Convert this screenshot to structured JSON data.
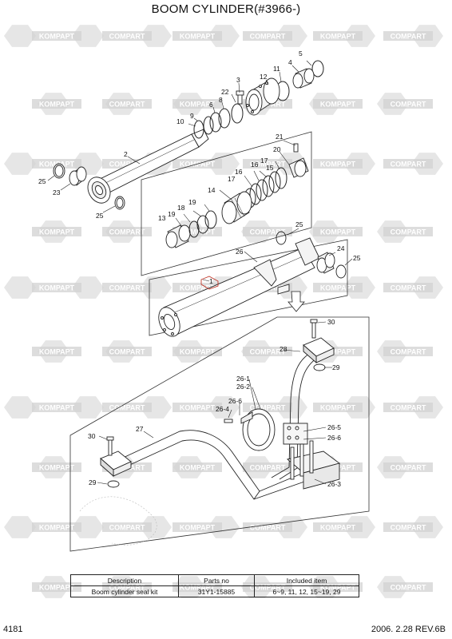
{
  "title": "BOOM CYLINDER(#3966-)",
  "watermark": {
    "text_a": "KOMPAPT",
    "text_b": "COMPART",
    "color": "#d2d2d2"
  },
  "callouts": {
    "c1": "1",
    "c2": "2",
    "c3": "3",
    "c4": "4",
    "c5": "5",
    "c6": "6",
    "c8": "8",
    "c9": "9",
    "c10": "10",
    "c11": "11",
    "c12": "12",
    "c13": "13",
    "c14": "14",
    "c15": "15",
    "c16a": "16",
    "c16b": "16",
    "c17a": "17",
    "c17b": "17",
    "c18": "18",
    "c19a": "19",
    "c19b": "19",
    "c20": "20",
    "c21": "21",
    "c22": "22",
    "c23": "23",
    "c24": "24",
    "c25a": "25",
    "c25b": "25",
    "c25c": "25",
    "c25d": "25",
    "c26": "26",
    "c26_1": "26-1",
    "c26_2": "26-2",
    "c26_3": "26-3",
    "c26_4": "26-4",
    "c26_5": "26-5",
    "c26_6a": "26-6",
    "c26_6b": "26-6",
    "c27": "27",
    "c28": "28",
    "c29a": "29",
    "c29b": "29",
    "c30a": "30",
    "c30b": "30"
  },
  "parts_table": {
    "headers": [
      "Description",
      "Parts no",
      "Included item"
    ],
    "rows": [
      [
        "Boom cylinder seal kit",
        "31Y1-15885",
        "6~9, 11, 12, 15~19, 29"
      ]
    ]
  },
  "footer": {
    "page_number": "4181",
    "revision": "2006. 2.28  REV.6B"
  }
}
